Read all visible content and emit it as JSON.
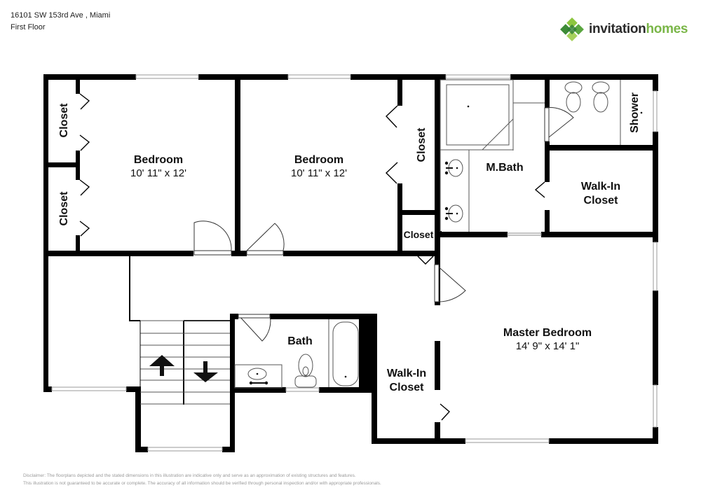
{
  "header": {
    "address": "16101 SW 153rd Ave , Miami",
    "floor": "First Floor"
  },
  "logo": {
    "word1": "invitation",
    "word2": "homes",
    "icon": "green-diamond-tiles-icon",
    "brand_color": "#7ab648"
  },
  "rooms": {
    "bedroom1": {
      "name": "Bedroom",
      "dims": "10' 11\" x 12'"
    },
    "bedroom2": {
      "name": "Bedroom",
      "dims": "10' 11\" x 12'"
    },
    "closet_left_top": {
      "name": "Closet"
    },
    "closet_left_bottom": {
      "name": "Closet"
    },
    "closet_mid": {
      "name": "Closet"
    },
    "closet_small": {
      "name": "Closet"
    },
    "master_bath": {
      "name": "M.Bath"
    },
    "shower": {
      "name": "Shower"
    },
    "walkin_master_bath": {
      "name1": "Walk-In",
      "name2": "Closet"
    },
    "bath": {
      "name": "Bath"
    },
    "walkin_hall": {
      "name1": "Walk-In",
      "name2": "Closet"
    },
    "master_bedroom": {
      "name": "Master Bedroom",
      "dims": "14' 9\" x 14' 1\""
    }
  },
  "stairs": {
    "up_icon": "arrow-up-icon",
    "down_icon": "arrow-down-icon"
  },
  "disclaimer": {
    "line1": "Disclaimer: The floorplans depicted and the stated dimensions in this illustration are indicative only and serve as an approximation of existing structures and features.",
    "line2": "This illustration is not guaranteed to be accurate or complete. The accuracy of all information should be verified through personal inspection and/or with appropriate professionals."
  }
}
